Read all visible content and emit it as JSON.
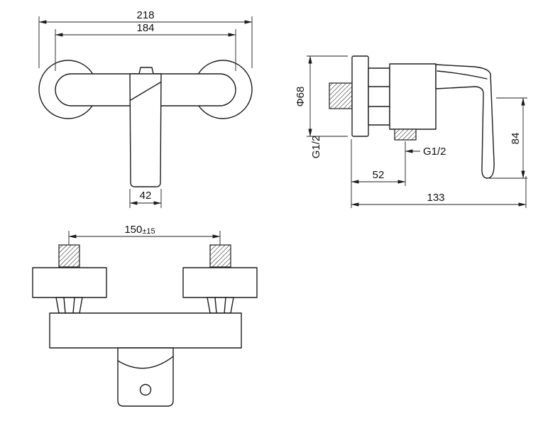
{
  "drawing": {
    "front_view": {
      "overall_width": "218",
      "body_width": "184",
      "spout_width": "42"
    },
    "side_view": {
      "flange_diameter": "Φ68",
      "inlet_thread": "G1/2",
      "outlet_thread": "G1/2",
      "outlet_offset": "52",
      "overall_depth": "133",
      "handle_height": "84"
    },
    "bottom_view": {
      "mounting_distance": "150",
      "mounting_tolerance": "±15"
    }
  },
  "colors": {
    "line": "#1c1c1c",
    "background": "#ffffff"
  }
}
